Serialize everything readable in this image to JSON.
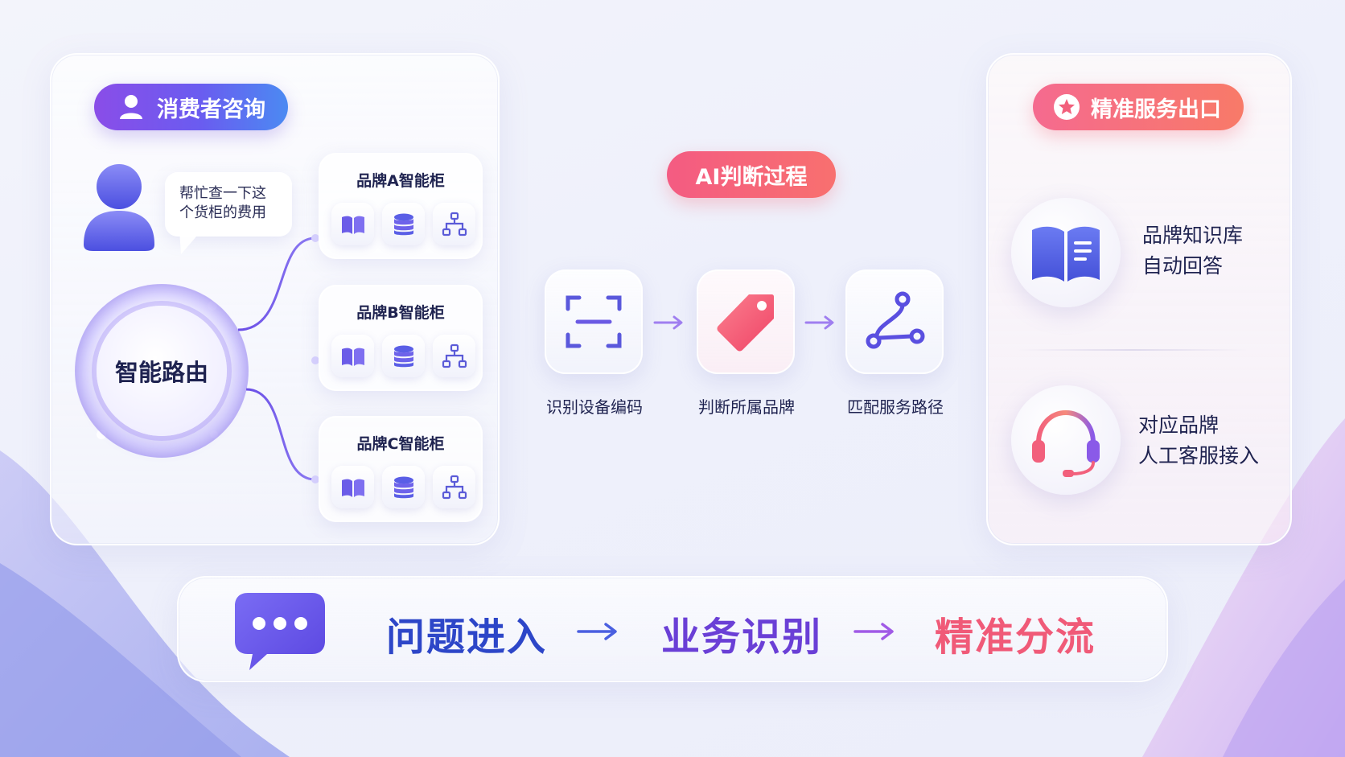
{
  "consumer": {
    "label": "消费者咨询",
    "icon": "user-icon"
  },
  "speech_bubble": {
    "lines": [
      "帮忙查一下这",
      "个货柜的费用"
    ]
  },
  "router": {
    "label": "智能路由"
  },
  "brand_cabinets": [
    {
      "title": "品牌A智能柜",
      "icons": [
        "book-icon",
        "database-icon",
        "org-chart-icon"
      ]
    },
    {
      "title": "品牌B智能柜",
      "icons": [
        "book-icon",
        "database-icon",
        "org-chart-icon"
      ]
    },
    {
      "title": "品牌C智能柜",
      "icons": [
        "book-icon",
        "database-icon",
        "org-chart-icon"
      ]
    }
  ],
  "ai_process": {
    "label": "AI判断过程",
    "steps": [
      {
        "label": "识别设备编码",
        "icon": "scan-frame-icon"
      },
      {
        "label": "判断所属品牌",
        "icon": "tag-icon"
      },
      {
        "label": "匹配服务路径",
        "icon": "route-icon"
      }
    ]
  },
  "service_exit": {
    "label": "精准服务出口",
    "icon": "star-badge-icon",
    "items": [
      {
        "lines": [
          "品牌知识库",
          "自动回答"
        ],
        "icon": "knowledge-book-icon"
      },
      {
        "lines": [
          "对应品牌",
          "人工客服接入"
        ],
        "icon": "headset-icon"
      }
    ]
  },
  "flow": {
    "icon": "chat-bubble-icon",
    "steps": [
      "问题进入",
      "业务识别",
      "精准分流"
    ]
  },
  "colors": {
    "blue": "#2d46c8",
    "purple": "#6a3fd6",
    "pink": "#f05a78",
    "accent_gradient_start": "#8a4de8",
    "accent_gradient_end": "#4b8af2"
  }
}
